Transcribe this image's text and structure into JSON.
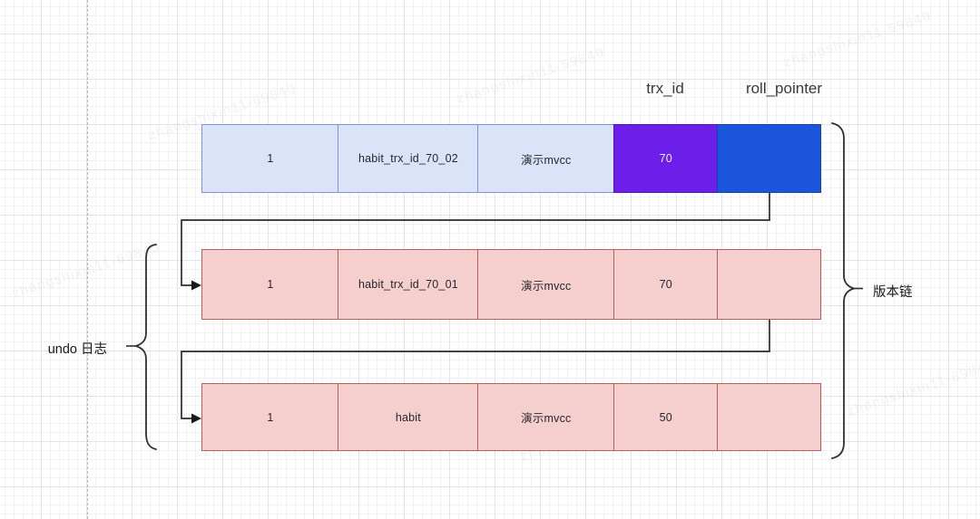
{
  "diagram": {
    "column_headers": {
      "trx_id": "trx_id",
      "roll_pointer": "roll_pointer"
    },
    "side_labels": {
      "undo_log": "undo 日志",
      "version_chain": "版本链"
    },
    "rows": [
      {
        "id": "current-record",
        "theme": "blue",
        "cells": [
          {
            "text": "1"
          },
          {
            "text": "habit_trx_id_70_02"
          },
          {
            "text": "演示mvcc"
          },
          {
            "text": "70",
            "role": "trx_id"
          },
          {
            "text": "",
            "role": "roll_pointer"
          }
        ]
      },
      {
        "id": "undo-record-1",
        "theme": "pink",
        "cells": [
          {
            "text": "1"
          },
          {
            "text": "habit_trx_id_70_01"
          },
          {
            "text": "演示mvcc"
          },
          {
            "text": "70",
            "role": "trx_id"
          },
          {
            "text": "",
            "role": "roll_pointer"
          }
        ]
      },
      {
        "id": "undo-record-2",
        "theme": "pink",
        "cells": [
          {
            "text": "1"
          },
          {
            "text": "habit"
          },
          {
            "text": "演示mvcc"
          },
          {
            "text": "50",
            "role": "trx_id"
          },
          {
            "text": "",
            "role": "roll_pointer"
          }
        ]
      }
    ],
    "watermark_text": "zhangshixin11-69840",
    "colors": {
      "blue_row_fill": "#dbe3f8",
      "blue_row_border": "#7d95cf",
      "trx_cell_fill": "#6b1fe8",
      "roll_cell_fill": "#1b55dc",
      "pink_row_fill": "#f5cfcd",
      "pink_row_border": "#b75f5a",
      "connector": "#2b2b2b",
      "brace": "#2f2f2f",
      "grid_major": "#e4e4e8",
      "grid_minor": "#f2f2f5"
    }
  }
}
